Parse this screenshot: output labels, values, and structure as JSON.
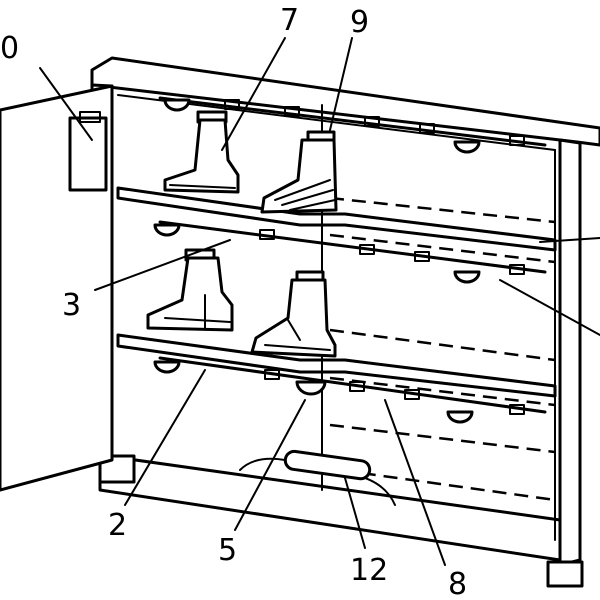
{
  "labels": {
    "l10": "0",
    "l7": "7",
    "l9": "9",
    "l3": "3",
    "l2": "2",
    "l5": "5",
    "l12": "12",
    "l8": "8"
  }
}
